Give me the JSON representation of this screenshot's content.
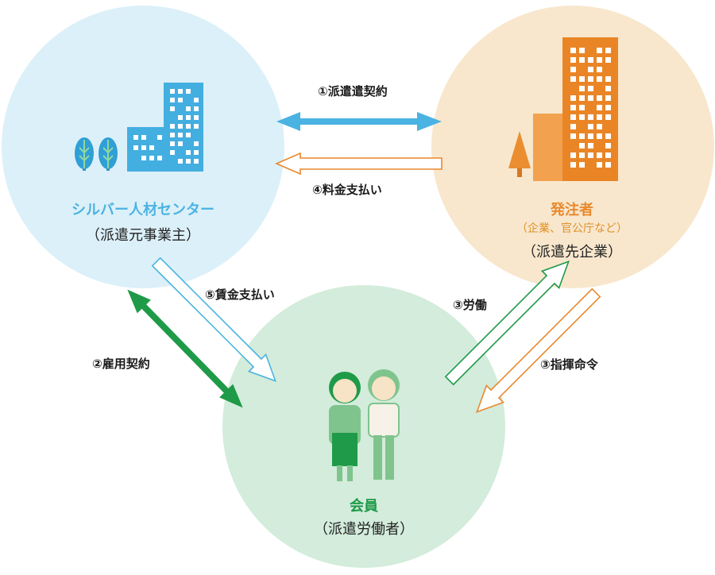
{
  "nodes": {
    "silver": {
      "title": "シルバー人材センター",
      "subtitle": "（派遣元事業主）"
    },
    "client": {
      "title": "発注者",
      "note": "（企業、官公庁など）",
      "subtitle": "（派遣先企業）"
    },
    "member": {
      "title": "会員",
      "subtitle": "（派遣労働者）"
    }
  },
  "relations": {
    "dispatch_contract": "①派遣遣契約",
    "employment_contract": "②雇用契約",
    "labor": "③労働",
    "command": "③指揮命令",
    "fee_payment": "④料金支払い",
    "wage_payment": "⑤賃金支払い"
  },
  "colors": {
    "silver_circle": "#dcf0f9",
    "silver_accent": "#4bb3e2",
    "client_circle": "#f8e7cd",
    "client_accent": "#e8892e",
    "member_circle": "#d3ecdb",
    "member_accent": "#1f9a48"
  }
}
